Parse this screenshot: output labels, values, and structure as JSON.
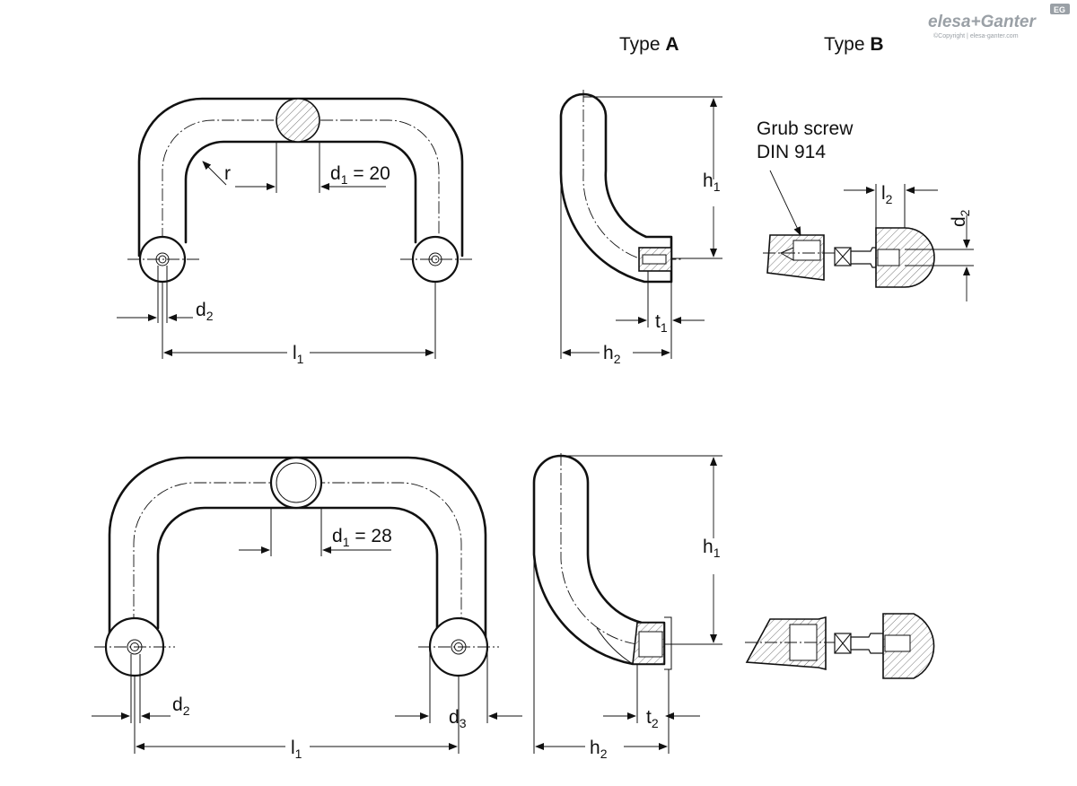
{
  "brand": {
    "name": "elesa+Ganter",
    "copyright": "©Copyright | elesa-ganter.com",
    "badge": "EG"
  },
  "views": {
    "type_a_title": {
      "prefix": "Type ",
      "letter": "A"
    },
    "type_b_title": {
      "prefix": "Type ",
      "letter": "B"
    },
    "grub_screw": {
      "line1": "Grub screw",
      "line2": "DIN 914"
    }
  },
  "top_front": {
    "d1": {
      "base": "d",
      "sub": "1",
      "value": " = 20"
    },
    "r": "r",
    "d2": {
      "base": "d",
      "sub": "2"
    },
    "l1": {
      "base": "l",
      "sub": "1"
    }
  },
  "top_side": {
    "h1": {
      "base": "h",
      "sub": "1"
    },
    "h2": {
      "base": "h",
      "sub": "2"
    },
    "t1": {
      "base": "t",
      "sub": "1"
    }
  },
  "detail_b": {
    "l2": {
      "base": "l",
      "sub": "2"
    },
    "d2": {
      "base": "d",
      "sub": "2"
    }
  },
  "bottom_front": {
    "d1": {
      "base": "d",
      "sub": "1",
      "value": " = 28"
    },
    "d2": {
      "base": "d",
      "sub": "2"
    },
    "d3": {
      "base": "d",
      "sub": "3"
    },
    "l1": {
      "base": "l",
      "sub": "1"
    }
  },
  "bottom_side": {
    "h1": {
      "base": "h",
      "sub": "1"
    },
    "h2": {
      "base": "h",
      "sub": "2"
    },
    "t2": {
      "base": "t",
      "sub": "2"
    }
  }
}
